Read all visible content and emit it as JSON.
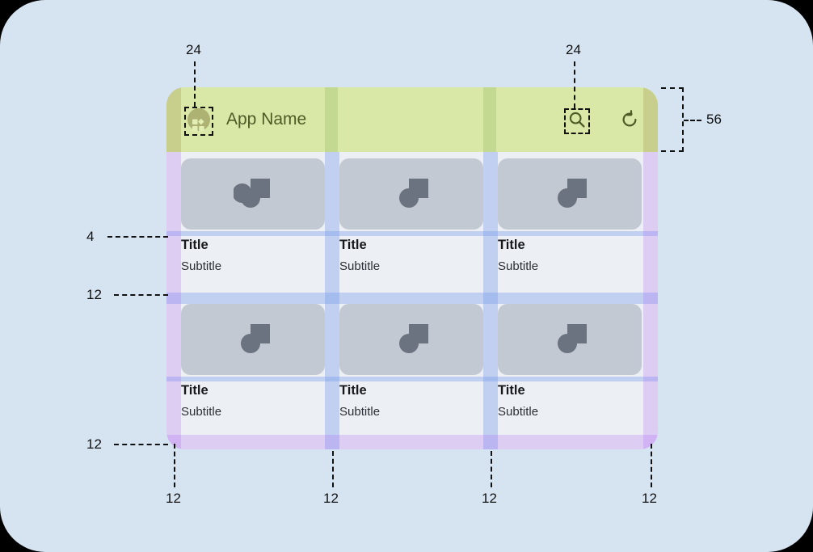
{
  "canvas": {
    "background_color": "#d6e4f2",
    "corner_radius": 56
  },
  "mockup": {
    "appbar": {
      "title": "App Name",
      "background_color": "#d9e8a7",
      "foreground_color": "#4e5b26",
      "height": 56,
      "icons": {
        "menu": "apps-grid-icon",
        "search": "search-icon",
        "refresh": "refresh-icon"
      }
    },
    "grid": {
      "columns": 3,
      "rows": 2,
      "cards": [
        {
          "title": "Title",
          "subtitle": "Subtitle",
          "media": "image-placeholder-icon"
        },
        {
          "title": "Title",
          "subtitle": "Subtitle",
          "media": "image-placeholder-icon"
        },
        {
          "title": "Title",
          "subtitle": "Subtitle",
          "media": "image-placeholder-icon"
        },
        {
          "title": "Title",
          "subtitle": "Subtitle",
          "media": "image-placeholder-icon"
        },
        {
          "title": "Title",
          "subtitle": "Subtitle",
          "media": "image-placeholder-icon"
        },
        {
          "title": "Title",
          "subtitle": "Subtitle",
          "media": "image-placeholder-icon"
        }
      ],
      "card_background_color": "#eceff3",
      "media_background_color": "#c2c9d2",
      "media_icon_color": "#6b7280"
    },
    "overlays": {
      "padding_color": "#a855f7",
      "gutter_color": "#6e96eb",
      "appbar_padding_color": "#96823c"
    }
  },
  "annotations": {
    "menu_icon_size": "24",
    "search_icon_size": "24",
    "appbar_height": "56",
    "title_top_spacing": "4",
    "row_gap_spacing": "12",
    "bottom_padding": "12",
    "gutter_left": "12",
    "gutter_mid_1": "12",
    "gutter_mid_2": "12",
    "gutter_right": "12"
  }
}
